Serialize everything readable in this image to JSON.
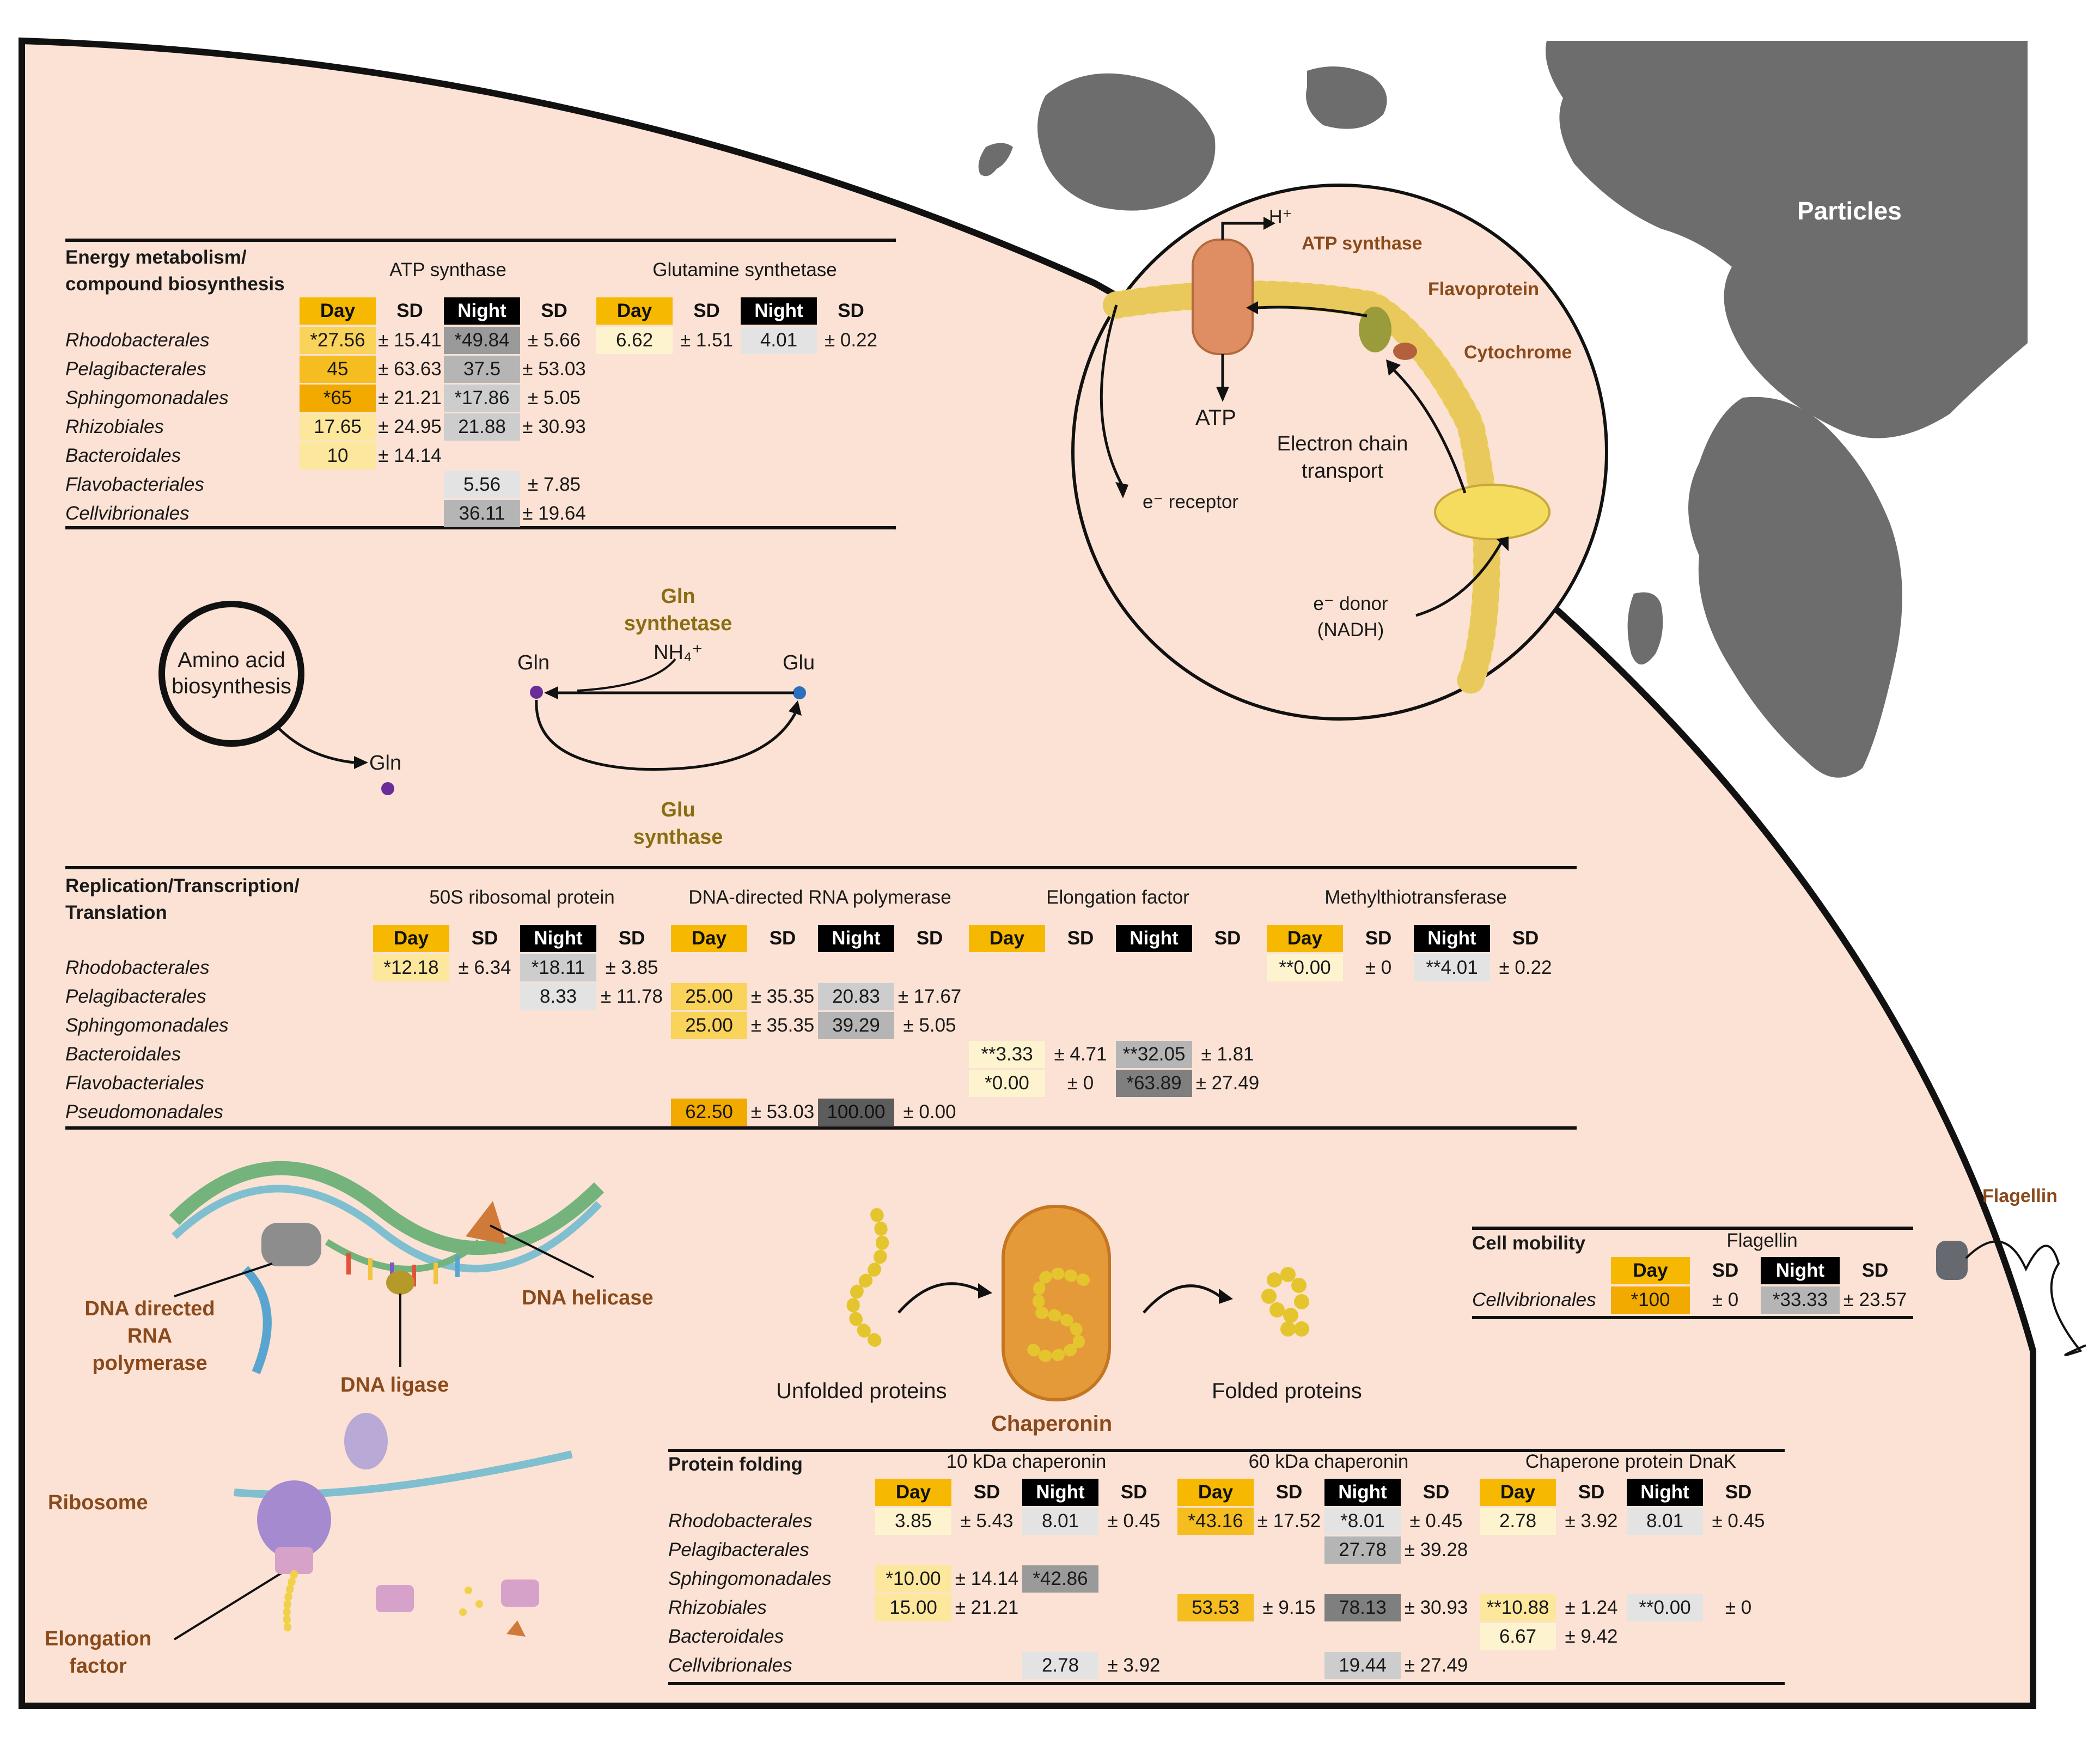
{
  "colors": {
    "cell_interior": "#fbe2d4",
    "membrane": "#f3e28a",
    "particles": "#6d6d6d",
    "day_header": "#f6b800",
    "night_header": "#000000",
    "label_brown": "#8a4a1c",
    "label_olive": "#8a6d12"
  },
  "particles_label": "Particles",
  "flagellin_label": "Flagellin",
  "membrane_inset": {
    "h_label": "H⁺",
    "atp_synthase": "ATP synthase",
    "flavoprotein": "Flavoprotein",
    "cytochrome": "Cytochrome",
    "atp": "ATP",
    "electron_chain": [
      "Electron chain",
      "transport"
    ],
    "e_receptor": "e⁻ receptor",
    "e_donor": [
      "e⁻ donor",
      "(NADH)"
    ]
  },
  "amino_acid": {
    "circle_label": [
      "Amino acid",
      "biosynthesis"
    ],
    "gln_out": "Gln",
    "gln_synthetase": [
      "Gln",
      "synthetase"
    ],
    "nh4": "NH₄⁺",
    "gln": "Gln",
    "glu": "Glu",
    "glu_synthase": [
      "Glu",
      "synthase"
    ]
  },
  "dna": {
    "dna_rna_polymerase": [
      "DNA directed",
      "RNA",
      "polymerase"
    ],
    "dna_ligase": "DNA ligase",
    "dna_helicase": "DNA helicase",
    "ribosome": "Ribosome",
    "elongation_factor": [
      "Elongation",
      "factor"
    ]
  },
  "chaperonin_diagram": {
    "unfolded": "Unfolded proteins",
    "chaperonin": "Chaperonin",
    "folded": "Folded proteins"
  },
  "tables": [
    {
      "id": "energy",
      "section": [
        "Energy metabolism/",
        "compound biosynthesis"
      ],
      "groups": [
        "ATP synthase",
        "Glutamine synthetase"
      ],
      "headers": [
        "Day",
        "SD",
        "Night",
        "SD"
      ],
      "rows": [
        {
          "taxon": "Rhodobacterales",
          "cells": [
            [
              "*27.56",
              "± 15.41",
              "*49.84",
              "± 5.66"
            ],
            [
              "6.62",
              "± 1.51",
              "4.01",
              "± 0.22"
            ]
          ]
        },
        {
          "taxon": "Pelagibacterales",
          "cells": [
            [
              "45",
              "± 63.63",
              "37.5",
              "± 53.03"
            ],
            [
              "",
              "",
              "",
              ""
            ]
          ]
        },
        {
          "taxon": "Sphingomonadales",
          "cells": [
            [
              "*65",
              "± 21.21",
              "*17.86",
              "± 5.05"
            ],
            [
              "",
              "",
              "",
              ""
            ]
          ]
        },
        {
          "taxon": "Rhizobiales",
          "cells": [
            [
              "17.65",
              "± 24.95",
              "21.88",
              "± 30.93"
            ],
            [
              "",
              "",
              "",
              ""
            ]
          ]
        },
        {
          "taxon": "Bacteroidales",
          "cells": [
            [
              "10",
              "± 14.14",
              "",
              ""
            ],
            [
              "",
              "",
              "",
              ""
            ]
          ]
        },
        {
          "taxon": "Flavobacteriales",
          "cells": [
            [
              "",
              "",
              "5.56",
              "± 7.85"
            ],
            [
              "",
              "",
              "",
              ""
            ]
          ]
        },
        {
          "taxon": "Cellvibrionales",
          "cells": [
            [
              "",
              "",
              "36.11",
              "± 19.64"
            ],
            [
              "",
              "",
              "",
              ""
            ]
          ]
        }
      ]
    },
    {
      "id": "replication",
      "section": [
        "Replication/Transcription/",
        "Translation"
      ],
      "groups": [
        "50S ribosomal protein",
        "DNA-directed RNA polymerase",
        "Elongation factor",
        "Methylthiotransferase"
      ],
      "headers": [
        "Day",
        "SD",
        "Night",
        "SD"
      ],
      "rows": [
        {
          "taxon": "Rhodobacterales",
          "cells": [
            [
              "*12.18",
              "± 6.34",
              "*18.11",
              "± 3.85"
            ],
            [
              "",
              "",
              "",
              ""
            ],
            [
              "",
              "",
              "",
              ""
            ],
            [
              "**0.00",
              "± 0",
              "**4.01",
              "± 0.22"
            ]
          ]
        },
        {
          "taxon": "Pelagibacterales",
          "cells": [
            [
              "",
              "",
              "8.33",
              "± 11.78"
            ],
            [
              "25.00",
              "± 35.35",
              "20.83",
              "± 17.67"
            ],
            [
              "",
              "",
              "",
              ""
            ],
            [
              "",
              "",
              "",
              ""
            ]
          ]
        },
        {
          "taxon": "Sphingomonadales",
          "cells": [
            [
              "",
              "",
              "",
              ""
            ],
            [
              "25.00",
              "± 35.35",
              "39.29",
              "± 5.05"
            ],
            [
              "",
              "",
              "",
              ""
            ],
            [
              "",
              "",
              "",
              ""
            ]
          ]
        },
        {
          "taxon": "Bacteroidales",
          "cells": [
            [
              "",
              "",
              "",
              ""
            ],
            [
              "",
              "",
              "",
              ""
            ],
            [
              "**3.33",
              "± 4.71",
              "**32.05",
              "± 1.81"
            ],
            [
              "",
              "",
              "",
              ""
            ]
          ]
        },
        {
          "taxon": "Flavobacteriales",
          "cells": [
            [
              "",
              "",
              "",
              ""
            ],
            [
              "",
              "",
              "",
              ""
            ],
            [
              "*0.00",
              "± 0",
              "*63.89",
              "± 27.49"
            ],
            [
              "",
              "",
              "",
              ""
            ]
          ]
        },
        {
          "taxon": "Pseudomonadales",
          "cells": [
            [
              "",
              "",
              "",
              ""
            ],
            [
              "62.50",
              "± 53.03",
              "100.00",
              "± 0.00"
            ],
            [
              "",
              "",
              "",
              ""
            ],
            [
              "",
              "",
              "",
              ""
            ]
          ]
        }
      ]
    },
    {
      "id": "mobility",
      "section": [
        "Cell mobility"
      ],
      "groups": [
        "Flagellin"
      ],
      "headers": [
        "Day",
        "SD",
        "Night",
        "SD"
      ],
      "rows": [
        {
          "taxon": "Cellvibrionales",
          "cells": [
            [
              "*100",
              "± 0",
              "*33.33",
              "± 23.57"
            ]
          ]
        }
      ]
    },
    {
      "id": "folding",
      "section": [
        "Protein folding"
      ],
      "groups": [
        "10 kDa chaperonin",
        "60 kDa chaperonin",
        "Chaperone protein DnaK"
      ],
      "headers": [
        "Day",
        "SD",
        "Night",
        "SD"
      ],
      "rows": [
        {
          "taxon": "Rhodobacterales",
          "cells": [
            [
              "3.85",
              "± 5.43",
              "8.01",
              "± 0.45"
            ],
            [
              "*43.16",
              "± 17.52",
              "*8.01",
              "± 0.45"
            ],
            [
              "2.78",
              "± 3.92",
              "8.01",
              "± 0.45"
            ]
          ]
        },
        {
          "taxon": "Pelagibacterales",
          "cells": [
            [
              "",
              "",
              "",
              ""
            ],
            [
              "",
              "",
              "27.78",
              "± 39.28"
            ],
            [
              "",
              "",
              "",
              ""
            ]
          ]
        },
        {
          "taxon": "Sphingomonadales",
          "cells": [
            [
              "*10.00",
              "± 14.14",
              "*42.86",
              ""
            ],
            [
              "",
              "",
              "",
              ""
            ],
            [
              "",
              "",
              "",
              ""
            ]
          ]
        },
        {
          "taxon": "Rhizobiales",
          "cells": [
            [
              "15.00",
              "± 21.21",
              "",
              ""
            ],
            [
              "53.53",
              "± 9.15",
              "78.13",
              "± 30.93"
            ],
            [
              "**10.88",
              "± 1.24",
              "**0.00",
              "± 0"
            ]
          ]
        },
        {
          "taxon": "Bacteroidales",
          "cells": [
            [
              "",
              "",
              "",
              ""
            ],
            [
              "",
              "",
              "",
              ""
            ],
            [
              "6.67",
              "± 9.42",
              "",
              ""
            ]
          ]
        },
        {
          "taxon": "Cellvibrionales",
          "cells": [
            [
              "",
              "",
              "2.78",
              "± 3.92"
            ],
            [
              "",
              "",
              "19.44",
              "± 27.49"
            ],
            [
              "",
              "",
              "",
              ""
            ]
          ]
        }
      ]
    }
  ]
}
